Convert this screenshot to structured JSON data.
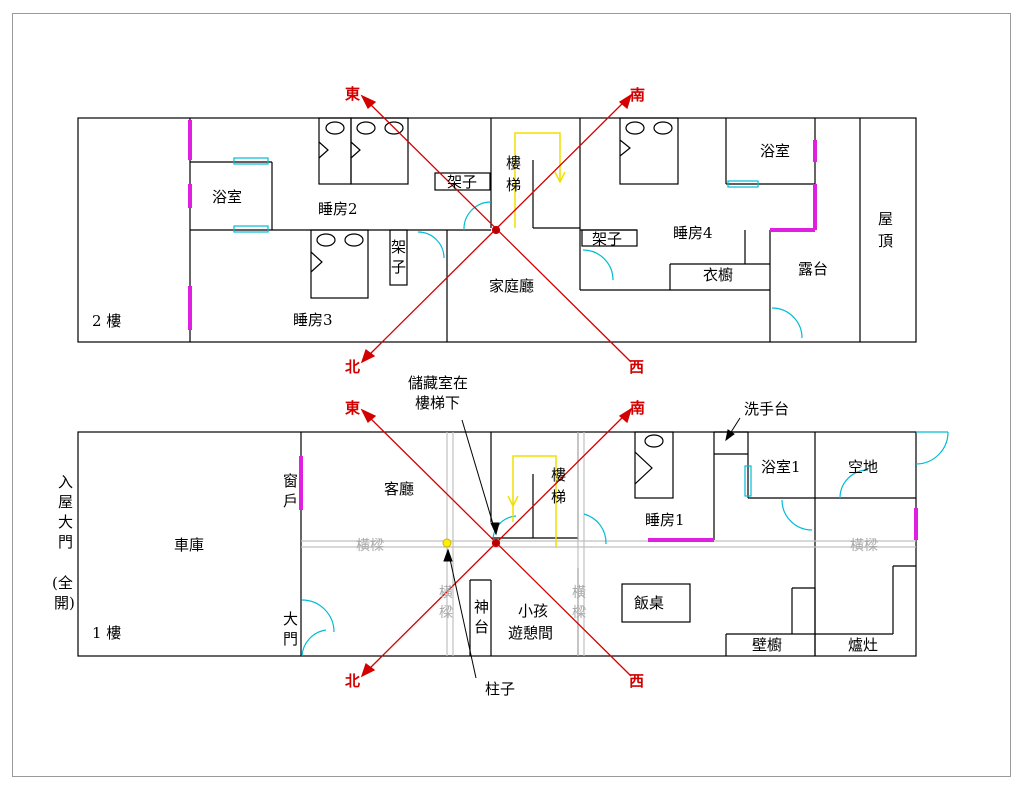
{
  "floor2": {
    "directions": {
      "east": "東",
      "south": "南",
      "north": "北",
      "west": "西"
    },
    "floor_label": "2 樓",
    "rooms": {
      "bathroom": "浴室",
      "bedroom2": "睡房2",
      "shelf_a": "架子",
      "stairs": [
        "樓",
        "梯"
      ],
      "bathroom_b": "浴室",
      "bedroom4": "睡房4",
      "shelf_c": "架子",
      "wardrobe": "衣櫥",
      "balcony": "露台",
      "roof": [
        "屋",
        "頂"
      ],
      "shelf_b": [
        "架",
        "子"
      ],
      "family_hall": "家庭廳",
      "bedroom3": "睡房3"
    }
  },
  "floor1": {
    "directions": {
      "east": "東",
      "south": "南",
      "north": "北",
      "west": "西"
    },
    "floor_label": "1 樓",
    "entrance": [
      "入",
      "屋",
      "大",
      "門"
    ],
    "entrance_note": [
      "(全",
      "開)"
    ],
    "storage_note": [
      "儲藏室在",
      "樓梯下"
    ],
    "washbasin": "洗手台",
    "pillar": "柱子",
    "beam": "橫樑",
    "beam_v": [
      "橫",
      "樑"
    ],
    "rooms": {
      "garage": "車庫",
      "window": [
        "窗",
        "戶"
      ],
      "door": [
        "大",
        "門"
      ],
      "living": "客廳",
      "stairs": [
        "樓",
        "梯"
      ],
      "bedroom1": "睡房1",
      "bathroom1": "浴室1",
      "open_space": "空地",
      "shrine": [
        "神",
        "台"
      ],
      "kids": [
        "小孩",
        "遊憩間"
      ],
      "dining": "飯桌",
      "cabinet": "壁櫥",
      "stove": "爐灶"
    }
  }
}
